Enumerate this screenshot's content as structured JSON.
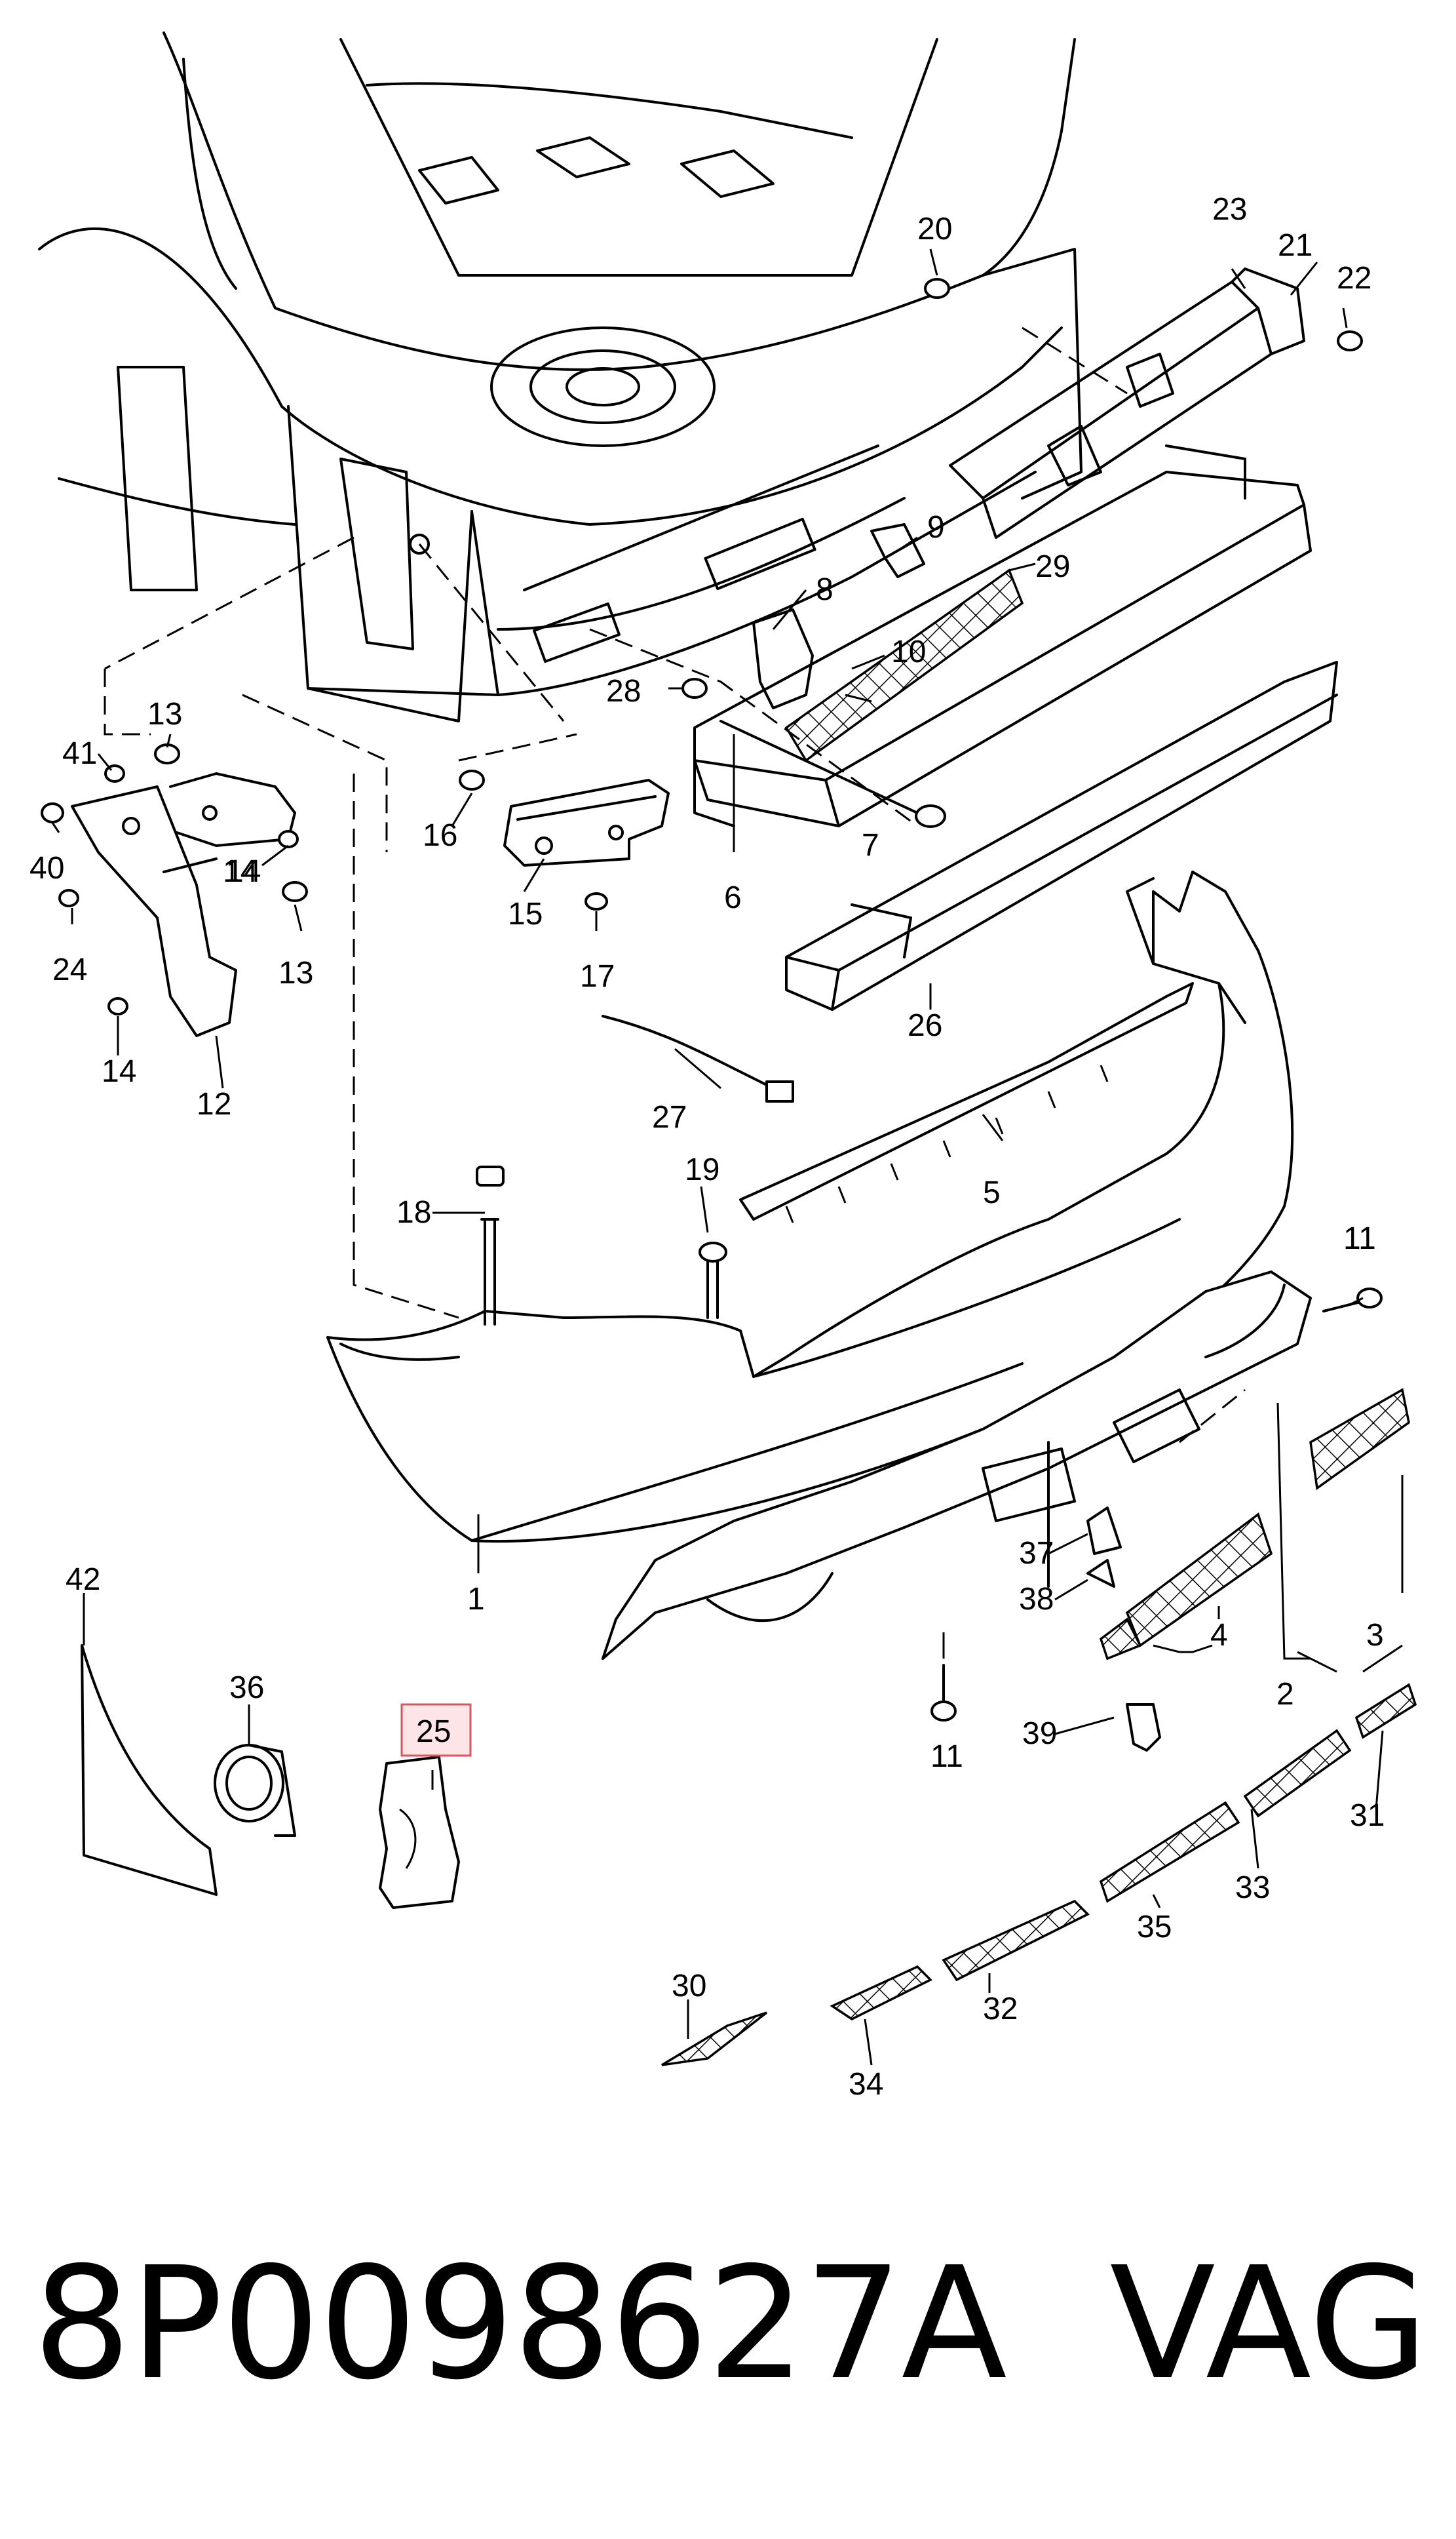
{
  "diagram": {
    "callouts": [
      "1",
      "2",
      "3",
      "4",
      "5",
      "6",
      "7",
      "8",
      "9",
      "10",
      "11",
      "11",
      "12",
      "13",
      "13",
      "14",
      "14",
      "14",
      "15",
      "16",
      "17",
      "18",
      "19",
      "20",
      "21",
      "22",
      "23",
      "24",
      "25",
      "26",
      "27",
      "28",
      "29",
      "30",
      "31",
      "32",
      "33",
      "34",
      "35",
      "36",
      "37",
      "38",
      "39",
      "40",
      "41",
      "42"
    ],
    "highlighted_callout": "25",
    "highlight_color": "#fde4e6",
    "highlight_border_color": "#d8555f",
    "line_color": "#000000",
    "background_color": "#ffffff"
  },
  "footer": {
    "part_number": "8P0098627A",
    "brand": "VAG"
  }
}
